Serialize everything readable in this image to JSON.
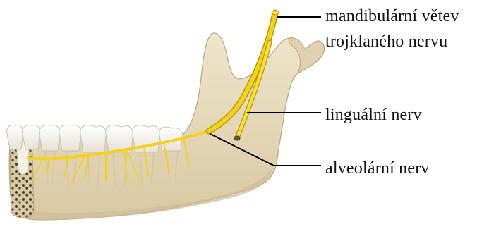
{
  "labels": {
    "mandibular_branch_line1": "mandibulární větev",
    "mandibular_branch_line2": "trojklaného nervu",
    "lingual_nerve": "linguální nerv",
    "alveolar_nerve": "alveolární nerv"
  },
  "colors": {
    "bone": "#e8dcc0",
    "bone_shadow": "#cdbd98",
    "nerve": "#f2d21a",
    "nerve_outline": "#b89a00",
    "leader_line": "#000000"
  }
}
